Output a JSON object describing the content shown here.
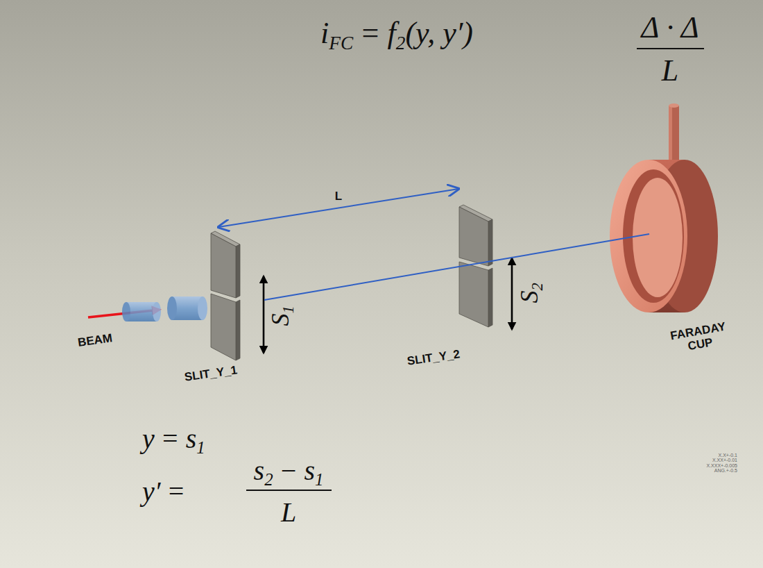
{
  "diagram": {
    "labels": [
      "i",
      "FC",
      "=",
      "f",
      "2",
      "(y, y′)",
      "Δ · Δ",
      "L",
      "L",
      "S",
      "1",
      "S",
      "2",
      "BEAM",
      "SLIT_Y_1",
      "SLIT_Y_2",
      "FARADAY CUP",
      "y",
      "=",
      "s",
      "1",
      "y′",
      "=",
      "s",
      "2",
      "−",
      "s",
      "1",
      "L",
      "X.X+-0.1",
      "X.XX+-0.01",
      "X.XXX+-0.005",
      "ANG.+-0.5"
    ]
  }
}
